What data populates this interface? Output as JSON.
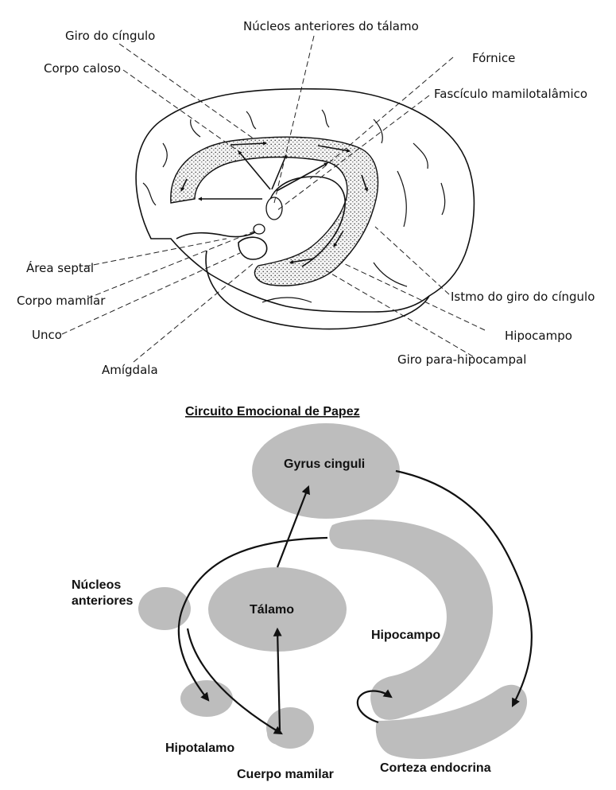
{
  "anatomy": {
    "labels": {
      "giro_cingulo": "Giro do cíngulo",
      "nucleos_anteriores_talamo": "Núcleos anteriores do tálamo",
      "corpo_caloso": "Corpo caloso",
      "fornice": "Fórnice",
      "fasciculo_mamilotalamico": "Fascículo mamilotalâmico",
      "area_septal": "Área septal",
      "corpo_mamilar": "Corpo mamilar",
      "unco": "Unco",
      "amigdala": "Amígdala",
      "istmo_giro_cingulo": "Istmo do giro do cíngulo",
      "hipocampo": "Hipocampo",
      "giro_para_hipocampal": "Giro para-hipocampal"
    }
  },
  "circuit": {
    "title": "Circuito Emocional de Papez",
    "nodes": {
      "gyrus_cinguli": "Gyrus cinguli",
      "nucleos_anteriores_line1": "Núcleos",
      "nucleos_anteriores_line2": "anteriores",
      "talamo": "Tálamo",
      "hipocampo": "Hipocampo",
      "hipotalamo": "Hipotalamo",
      "cuerpo_mamilar": "Cuerpo mamilar",
      "corteza_endocrina": "Corteza endocrina"
    }
  },
  "colors": {
    "region_fill": "#bdbdbd",
    "ink": "#111111"
  }
}
